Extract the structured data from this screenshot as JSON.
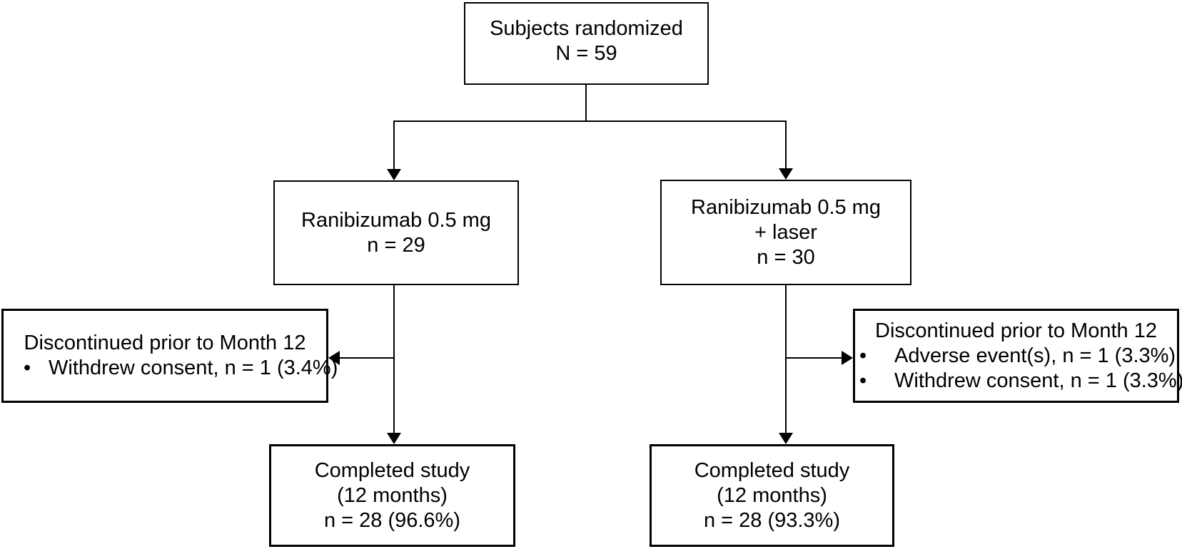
{
  "glyphs": {
    "bullet": "•"
  },
  "colors": {
    "line": "#000000",
    "background": "#ffffff",
    "box_fill": "#ffffff",
    "text": "#000000"
  },
  "diagram": {
    "type": "consort-flowchart",
    "top": {
      "line1": "Subjects randomized",
      "line2": "N = 59"
    },
    "arm_left": {
      "line1": "Ranibizumab 0.5 mg",
      "line2": "n = 29"
    },
    "arm_right": {
      "line1": "Ranibizumab 0.5 mg",
      "line2": "+ laser",
      "line3": "n = 30"
    },
    "discontinued_left": {
      "title": "Discontinued prior to Month 12",
      "bullets": [
        "Withdrew consent, n = 1 (3.4%)"
      ]
    },
    "discontinued_right": {
      "title": "Discontinued prior to Month 12",
      "bullets": [
        "Adverse event(s), n = 1 (3.3%)",
        "Withdrew consent, n = 1 (3.3%)"
      ]
    },
    "completed_left": {
      "line1": "Completed study",
      "line2": "(12 months)",
      "line3": "n = 28 (96.6%)"
    },
    "completed_right": {
      "line1": "Completed study",
      "line2": "(12 months)",
      "line3": "n = 28 (93.3%)"
    }
  }
}
